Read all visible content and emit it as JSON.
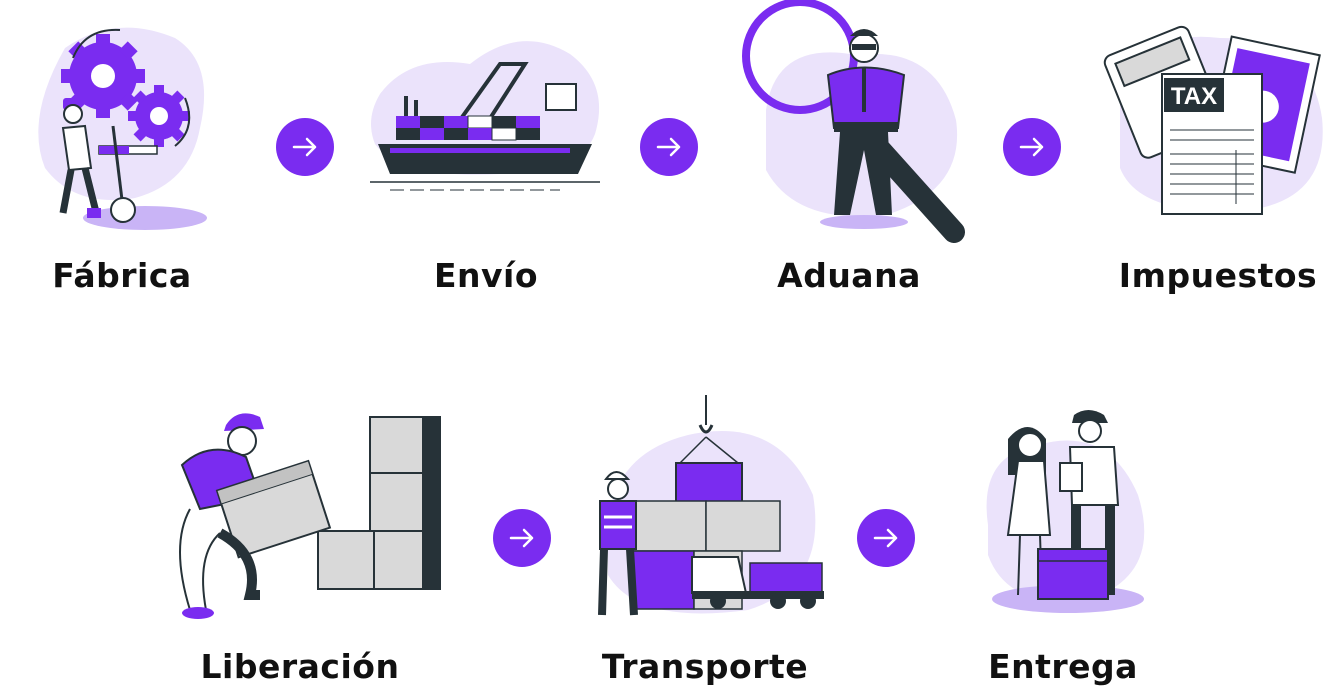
{
  "colors": {
    "accent": "#7a2cf0",
    "blob": "#e9e0fb",
    "dark": "#263238",
    "grey": "#d9d9d9"
  },
  "steps": [
    {
      "label": "Fábrica",
      "icon": "factory-gears-icon"
    },
    {
      "label": "Envío",
      "icon": "cargo-ship-icon"
    },
    {
      "label": "Aduana",
      "icon": "customs-officer-icon"
    },
    {
      "label": "Impuestos",
      "icon": "tax-document-icon"
    },
    {
      "label": "Liberación",
      "icon": "worker-boxes-icon"
    },
    {
      "label": "Transporte",
      "icon": "containers-truck-icon"
    },
    {
      "label": "Entrega",
      "icon": "delivery-handover-icon"
    }
  ],
  "arrows": [
    "arrow-right-icon",
    "arrow-right-icon",
    "arrow-right-icon",
    "arrow-right-icon",
    "arrow-right-icon"
  ]
}
